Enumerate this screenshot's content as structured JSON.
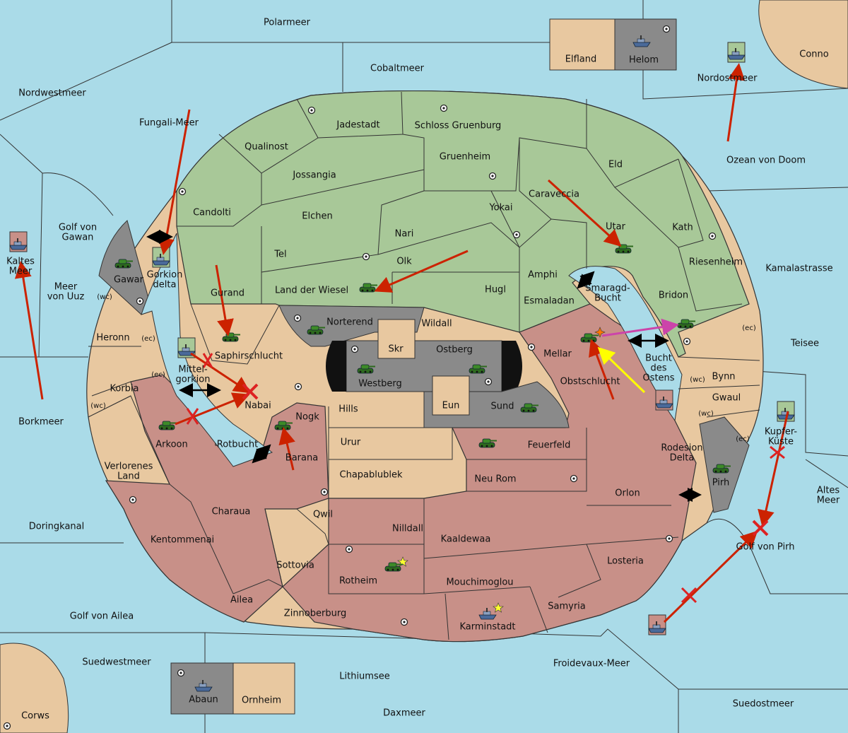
{
  "title": "",
  "colors": {
    "sea": "#aadbe8",
    "green_land": "#a8c898",
    "tan_land": "#e8c8a0",
    "red_land": "#c89088",
    "grey_land": "#8a8a8a",
    "border": "#333333",
    "move_arrow": "#cc2200",
    "support_arrow": "#ffff00",
    "convoy_arrow": "#cc44aa",
    "bounce_arrow": "#000000"
  },
  "icons": {
    "army": "tank-icon",
    "fleet": "ship-icon",
    "supply_center": "supply-center-icon",
    "capital": "star-icon",
    "failed": "cross-icon"
  },
  "labels": {
    "polarmeer": "Polarmeer",
    "cobaltmeer": "Cobaltmeer",
    "nordwestmeer": "Nordwestmeer",
    "fungali": "Fungali-Meer",
    "elfland": "Elfland",
    "helom": "Helom",
    "conno": "Conno",
    "nordostmeer": "Nordostmeer",
    "ozean": "Ozean von Doom",
    "kamalastrasse": "Kamalastrasse",
    "teisee": "Teisee",
    "kaltes": "Kaltes",
    "kaltes2": "Meer",
    "golf_gawan1": "Golf von",
    "golf_gawan2": "Gawan",
    "meer_uuz1": "Meer",
    "meer_uuz2": "von Uuz",
    "borkmeer": "Borkmeer",
    "doringkanal": "Doringkanal",
    "golf_ailea": "Golf von Ailea",
    "suedwestmeer": "Suedwestmeer",
    "corws": "Corws",
    "abaun": "Abaun",
    "ornheim": "Ornheim",
    "lithiumsee": "Lithiumsee",
    "daxmeer": "Daxmeer",
    "froidevaux": "Froidevaux-Meer",
    "suedostmeer": "Suedostmeer",
    "golf_pirh": "Golf von Pirh",
    "altes1": "Altes",
    "altes2": "Meer",
    "kupfer1": "Kupfer-",
    "kupfer2": "Küste",
    "jadestadt": "Jadestadt",
    "schloss": "Schloss Gruenburg",
    "qualinost": "Qualinost",
    "jossangia": "Jossangia",
    "gruenheim": "Gruenheim",
    "eld": "Eld",
    "candolti": "Candolti",
    "elchen": "Elchen",
    "caraveccia": "Caraveccia",
    "yokai": "Yokai",
    "nari": "Nari",
    "utar": "Utar",
    "kath": "Kath",
    "tel": "Tel",
    "olk": "Olk",
    "amphi": "Amphi",
    "riesenheim": "Riesenheim",
    "gawar": "Gawar",
    "gorkion1": "Gorkion",
    "gorkion2": "delta",
    "gurand": "Gurand",
    "land_wiesel": "Land der Wiesel",
    "hugl": "Hugl",
    "smaragd1": "Smaragd-",
    "smaragd2": "Bucht",
    "bridon": "Bridon",
    "esmaladan": "Esmaladan",
    "norterend": "Norterend",
    "wildall": "Wildall",
    "heronn": "Heronn",
    "saphirschlucht": "Saphirschlucht",
    "skr": "Skr",
    "ostberg": "Ostberg",
    "mellar": "Mellar",
    "bucht1": "Bucht",
    "bucht2": "des",
    "bucht3": "Ostens",
    "mittel1": "Mittel-",
    "mittel2": "gorkion",
    "westberg": "Westberg",
    "obstschlucht": "Obstschlucht",
    "bynn": "Bynn",
    "korbia": "Korbia",
    "nabai": "Nabai",
    "eun": "Eun",
    "gwaul": "Gwaul",
    "hills": "Hills",
    "sund": "Sund",
    "nogk": "Nogk",
    "arkoon": "Arkoon",
    "rotbucht": "Rotbucht",
    "urur": "Urur",
    "feuerfeld": "Feuerfeld",
    "rodesion1": "Rodesion",
    "rodesion2": "Delta",
    "barana": "Barana",
    "verlorenes1": "Verlorenes",
    "verlorenes2": "Land",
    "chapablublek": "Chapablublek",
    "neu_rom": "Neu Rom",
    "pirh": "Pirh",
    "orlon": "Orlon",
    "charaua": "Charaua",
    "qwil": "Qwil",
    "nilldall": "Nilldall",
    "kentommenai": "Kentommenai",
    "kaaldewaa": "Kaaldewaa",
    "sottovia": "Sottovia",
    "losteria": "Losteria",
    "rotheim": "Rotheim",
    "mouchimoglou": "Mouchimoglou",
    "ailea": "Ailea",
    "samyria": "Samyria",
    "zinnoberburg": "Zinnoberburg",
    "karminstadt": "Karminstadt",
    "wc": "(wc)",
    "ec": "(ec)"
  }
}
